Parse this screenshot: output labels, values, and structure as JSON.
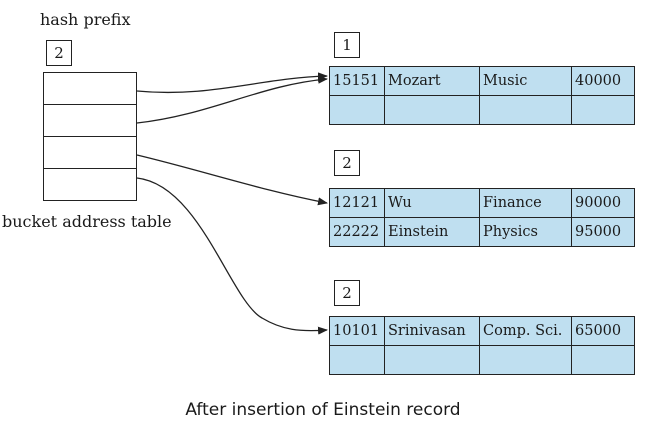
{
  "hash_prefix_label": "hash prefix",
  "global_depth": "2",
  "address_table_label": "bucket address table",
  "caption": "After insertion of Einstein record",
  "buckets": [
    {
      "local_depth": "1",
      "rows": [
        [
          "15151",
          "Mozart",
          "Music",
          "40000"
        ],
        [
          "",
          "",
          "",
          ""
        ]
      ]
    },
    {
      "local_depth": "2",
      "rows": [
        [
          "12121",
          "Wu",
          "Finance",
          "90000"
        ],
        [
          "22222",
          "Einstein",
          "Physics",
          "95000"
        ]
      ]
    },
    {
      "local_depth": "2",
      "rows": [
        [
          "10101",
          "Srinivasan",
          "Comp. Sci.",
          "65000"
        ],
        [
          "",
          "",
          "",
          ""
        ]
      ]
    }
  ],
  "colors": {
    "bucket_fill": "#bfdff0",
    "stroke": "#222222"
  }
}
